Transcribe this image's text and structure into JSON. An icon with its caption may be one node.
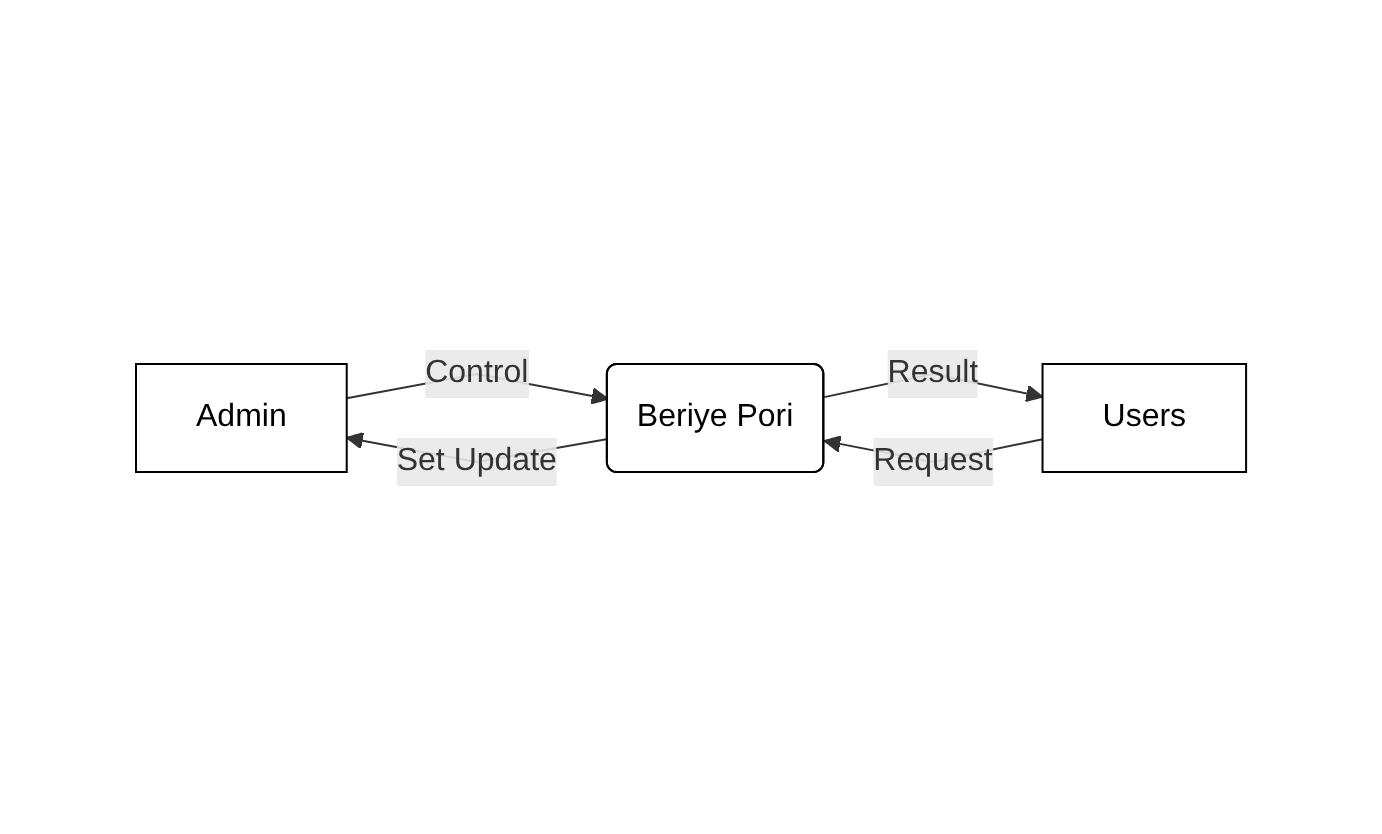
{
  "diagram": {
    "nodes": [
      {
        "text": [
          "Admin"
        ]
      },
      {
        "text": [
          "Users"
        ]
      },
      {
        "text": [
          "Beriye Pori"
        ]
      }
    ],
    "edges": [
      {
        "from": 1,
        "to": 2,
        "arrow": "to",
        "label": "Request"
      },
      {
        "from": 2,
        "to": 0,
        "arrow": "to",
        "label": "Set Update"
      },
      {
        "from": 0,
        "to": 2,
        "arrow": "to",
        "label": "Control"
      },
      {
        "from": 2,
        "to": 1,
        "arrow": "to",
        "label": "Result"
      }
    ]
  }
}
